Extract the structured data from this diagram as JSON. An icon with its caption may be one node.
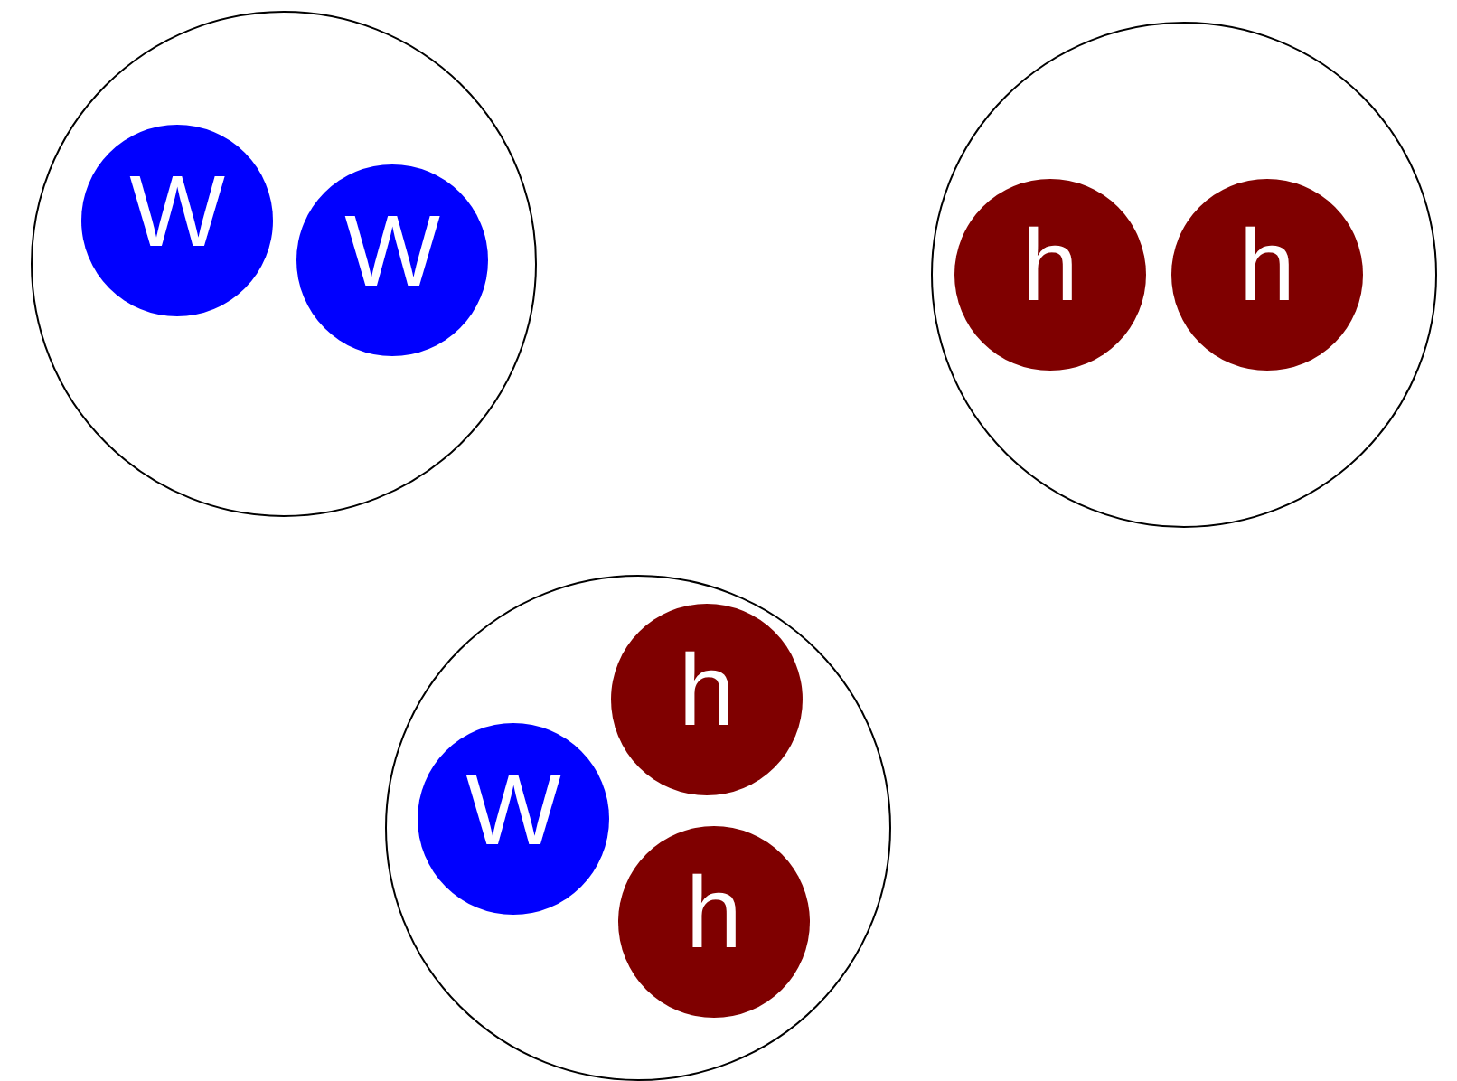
{
  "diagram": {
    "nodes": [
      {
        "text": [],
        "shape": "circle"
      },
      {
        "text": [
          "W"
        ],
        "in": 0
      },
      {
        "text": [
          "W"
        ],
        "in": 0
      },
      {
        "text": [],
        "shape": "circle"
      },
      {
        "text": [
          "h"
        ],
        "in": 3
      },
      {
        "text": [
          "h"
        ],
        "in": 3
      },
      {
        "text": [],
        "shape": "circle"
      },
      {
        "text": [
          "W"
        ],
        "in": 6
      },
      {
        "text": [
          "h"
        ],
        "in": 6
      },
      {
        "text": [
          "h"
        ],
        "in": 6
      }
    ]
  }
}
